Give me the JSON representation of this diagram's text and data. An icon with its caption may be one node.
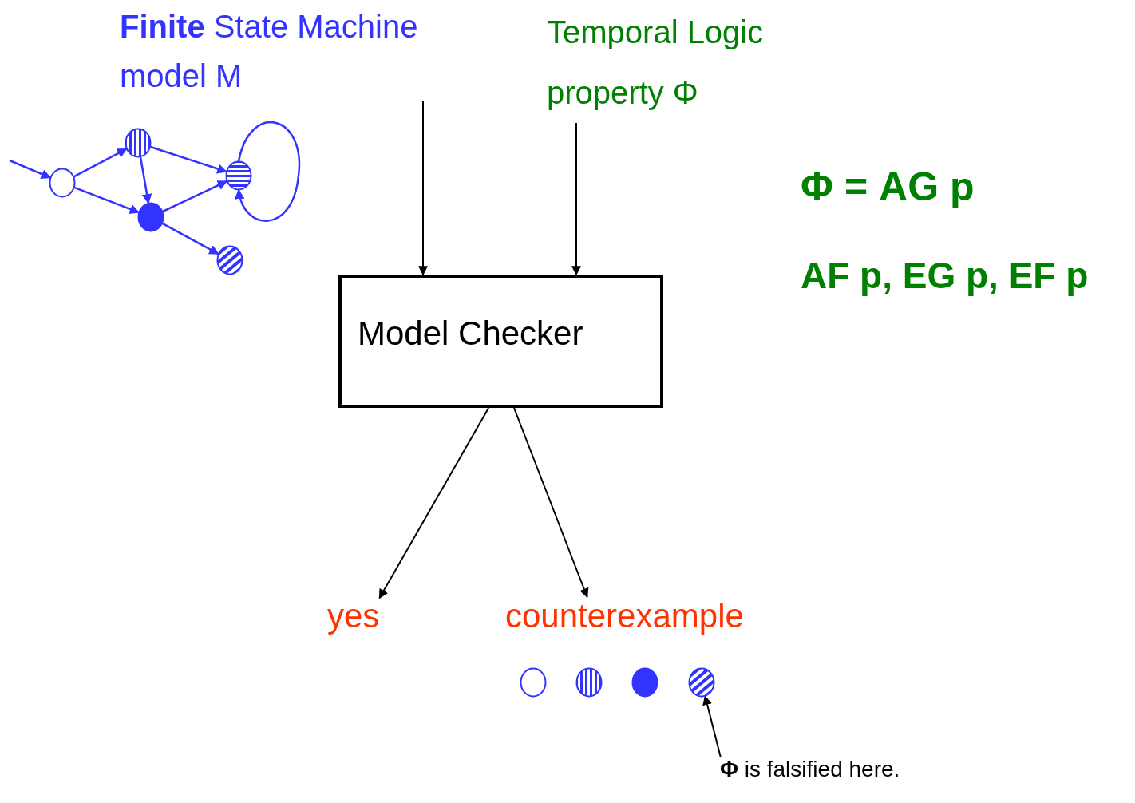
{
  "diagram": {
    "nodes": [
      {
        "text": [
          "**Finite** State Machine model M"
        ]
      },
      {
        "text": [
          "Temporal Logic property Φ"
        ]
      },
      {
        "text": [
          "Model Checker"
        ]
      },
      {
        "text": [
          "yes"
        ]
      },
      {
        "text": [
          "counterexample"
        ]
      },
      {
        "text": [],
        "shape": "circle"
      },
      {
        "text": [],
        "shape": "circle"
      },
      {
        "text": [],
        "shape": "circle"
      },
      {
        "text": [],
        "shape": "circle"
      },
      {
        "text": [],
        "shape": "circle"
      },
      {
        "text": [],
        "shape": "circle"
      },
      {
        "text": [],
        "shape": "circle"
      },
      {
        "text": [],
        "shape": "circle"
      },
      {
        "text": [],
        "shape": "circle"
      },
      {
        "text": [
          "**Φ** is falsified here."
        ]
      }
    ],
    "edges": [
      {
        "from": null,
        "to": 5,
        "arrow": "to"
      },
      {
        "from": 5,
        "to": 6,
        "arrow": "to"
      },
      {
        "from": 5,
        "to": 7,
        "arrow": "to"
      },
      {
        "from": 6,
        "to": 8,
        "arrow": "to"
      },
      {
        "from": 6,
        "to": 7,
        "arrow": "to"
      },
      {
        "from": 7,
        "to": 8,
        "arrow": "to"
      },
      {
        "from": 7,
        "to": 9,
        "arrow": "to"
      },
      {
        "from": 8,
        "to": 8,
        "arrow": "to"
      },
      {
        "from": 0,
        "to": 2,
        "arrow": "to",
        "color": "#000000"
      },
      {
        "from": 1,
        "to": 2,
        "arrow": "to",
        "color": "#000000"
      },
      {
        "from": 2,
        "to": 3,
        "arrow": "to",
        "color": "#000000"
      },
      {
        "from": 2,
        "to": 4,
        "arrow": "to",
        "color": "#000000"
      },
      {
        "from": 14,
        "to": 13,
        "arrow": "to",
        "color": "#000000"
      }
    ],
    "labels": [
      "Φ = AG p",
      "AF p, EG p, EF p"
    ]
  }
}
